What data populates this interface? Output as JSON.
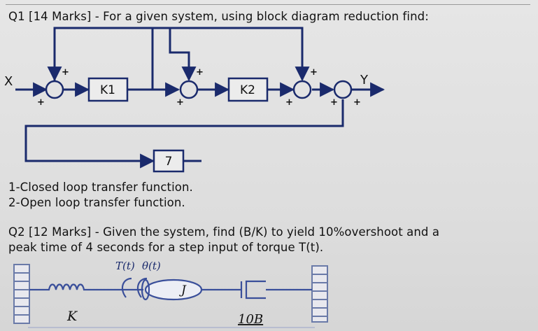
{
  "q1": {
    "title": "Q1 [14 Marks] - For a given system, using block diagram reduction find:",
    "items": [
      "1-Closed loop transfer function.",
      "2-Open loop transfer function."
    ]
  },
  "diagram": {
    "input": "X",
    "output": "Y",
    "blocks": [
      "K1",
      "K2",
      "7"
    ],
    "signs": [
      "+",
      "+",
      "+",
      "+",
      "+",
      "+",
      "+",
      "+"
    ]
  },
  "q2": {
    "line1": "Q2 [12 Marks] - Given the system, find (B/K) to yield 10%overshoot and a",
    "line2": "peak time of 4 seconds for a step input of torque T(t).",
    "mech_labels": {
      "torque": "T(t)",
      "angle": "θ(t)",
      "spring": "K",
      "inertia": "J",
      "damper": "10B"
    }
  }
}
